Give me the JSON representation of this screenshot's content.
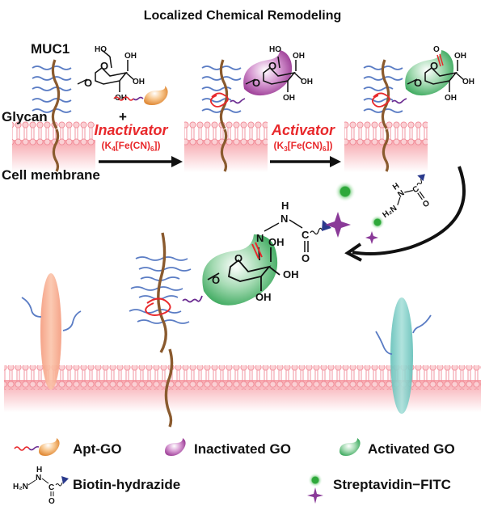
{
  "title": "Localized Chemical Remodeling",
  "labels": {
    "muc1": "MUC1",
    "glycan": "Glycan",
    "cell_membrane": "Cell membrane",
    "plus": "+"
  },
  "steps": [
    {
      "name": "Inactivator",
      "reagent_prefix": "(K",
      "reagent_sub1": "4",
      "reagent_mid": "[Fe(CN)",
      "reagent_sub2": "6",
      "reagent_suffix": "])"
    },
    {
      "name": "Activator",
      "reagent_prefix": "(K",
      "reagent_sub1": "3",
      "reagent_mid": "[Fe(CN)",
      "reagent_sub2": "6",
      "reagent_suffix": "])"
    }
  ],
  "chem": {
    "HO": "HO",
    "OH": "OH",
    "O": "O",
    "N": "N",
    "H": "H",
    "C": "C",
    "H2N": "H₂N"
  },
  "legend": [
    {
      "label": "Apt-GO",
      "icon": "apt-go-icon",
      "color": "#f0a860"
    },
    {
      "label": "Inactivated GO",
      "icon": "inactivated-go-icon",
      "color": "#b04aa8"
    },
    {
      "label": "Activated GO",
      "icon": "activated-go-icon",
      "color": "#4cb86c"
    },
    {
      "label": "Biotin-hydrazide",
      "icon": "biotin-hydrazide-icon",
      "color": "#2a3a8c"
    },
    {
      "label": "Streptavidin−FITC",
      "icon": "streptavidin-fitc-icon",
      "color": "#8a3a98"
    }
  ],
  "colors": {
    "muc1": "#8a5a2e",
    "glycan": "#5a7cc4",
    "aptamer": "#e8282b",
    "linker": "#6a2a90",
    "membrane": "#f4a0a8",
    "reagent_text": "#e8282b",
    "apt_go": "#f0a860",
    "inactivated_go": "#b04aa8",
    "activated_go": "#4cb86c",
    "biotin": "#2a3a8c",
    "streptavidin": "#8a3a98",
    "fitc": "#2ea83a",
    "receptor_left": "#f6a888",
    "receptor_right": "#7ccdc6"
  }
}
